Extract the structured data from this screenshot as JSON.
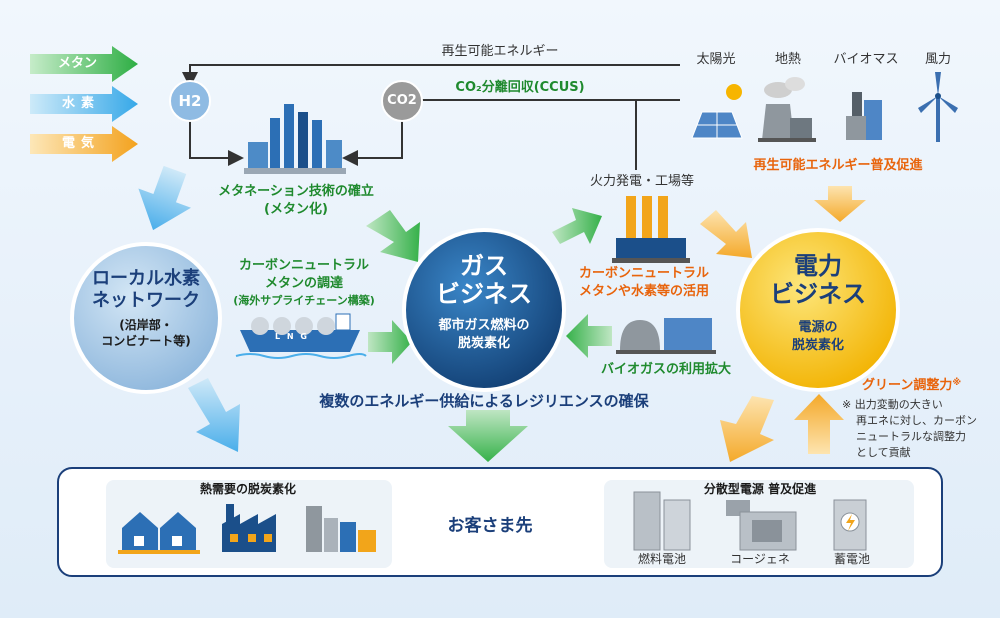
{
  "colors": {
    "green": "#1f8a2e",
    "orange": "#e8640c",
    "navy": "#1b3f7a",
    "gas_circle": "#1c5e9c",
    "power_circle": "#f6c31b",
    "local_circle": "#a9c9e6",
    "arrow_green": "#4cbb5a",
    "arrow_blue": "#5bb6ea",
    "arrow_orange": "#f5b94a"
  },
  "inputs": {
    "methane": "メタン",
    "hydrogen": "水素",
    "electricity": "電気"
  },
  "top": {
    "renewable_flow": "再生可能エネルギー",
    "ccus": "CO₂分離回収(CCUS)",
    "h2": "H2",
    "co2": "CO2"
  },
  "renewables": {
    "solar": "太陽光",
    "geothermal": "地熱",
    "biomass": "バイオマス",
    "wind": "風力",
    "promotion": "再生可能エネルギー普及促進"
  },
  "methanation": {
    "line1": "メタネーション技術の確立",
    "line2": "(メタン化)"
  },
  "thermal": "火力発電・工場等",
  "local_hydrogen": {
    "title_line1": "ローカル水素",
    "title_line2": "ネットワーク",
    "sub_line1": "(沿岸部・",
    "sub_line2": "コンビナート等)"
  },
  "cn_methane": {
    "line1": "カーボンニュートラル",
    "line2": "メタンの調達",
    "line3": "(海外サプライチェーン構築)"
  },
  "lng_label": "L N G",
  "gas_business": {
    "title_line1": "ガス",
    "title_line2": "ビジネス",
    "sub_line1": "都市ガス燃料の",
    "sub_line2": "脱炭素化"
  },
  "cn_use": {
    "line1": "カーボンニュートラル",
    "line2": "メタンや水素等の活用"
  },
  "biogas": "バイオガスの利用拡大",
  "power_business": {
    "title_line1": "電力",
    "title_line2": "ビジネス",
    "sub_line1": "電源の",
    "sub_line2": "脱炭素化"
  },
  "green_adjust": {
    "label": "グリーン調整力",
    "mark": "※",
    "note_line1": "※ 出力変動の大きい",
    "note_line2": "再エネに対し、カーボン",
    "note_line3": "ニュートラルな調整力",
    "note_line4": "として貢献"
  },
  "resilience": "複数のエネルギー供給によるレジリエンスの確保",
  "customers": {
    "heat": "熱需要の脱炭素化",
    "center": "お客さま先",
    "distributed": "分散型電源 普及促進",
    "fuel_cell": "燃料電池",
    "cogene": "コージェネ",
    "battery": "蓄電池"
  }
}
